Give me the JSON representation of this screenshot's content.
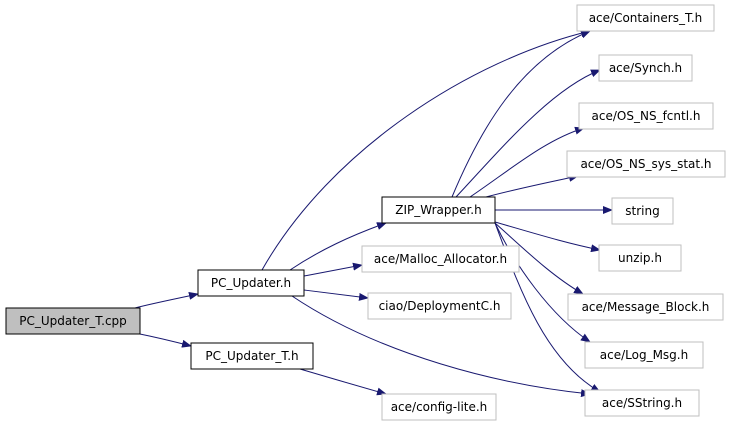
{
  "colors": {
    "edge": "#191970",
    "primary_border": "#000000",
    "secondary_border": "#bfbfbf",
    "root_fill": "#bfbfbf",
    "node_fill": "#ffffff"
  },
  "nodes": [
    {
      "id": "pc_updater_t_cpp",
      "label": "PC_Updater_T.cpp",
      "kind": "root"
    },
    {
      "id": "pc_updater_h",
      "label": "PC_Updater.h",
      "kind": "primary"
    },
    {
      "id": "pc_updater_t_h",
      "label": "PC_Updater_T.h",
      "kind": "primary"
    },
    {
      "id": "zip_wrapper_h",
      "label": "ZIP_Wrapper.h",
      "kind": "primary"
    },
    {
      "id": "containers_t_h",
      "label": "ace/Containers_T.h",
      "kind": "secondary"
    },
    {
      "id": "synch_h",
      "label": "ace/Synch.h",
      "kind": "secondary"
    },
    {
      "id": "os_ns_fcntl_h",
      "label": "ace/OS_NS_fcntl.h",
      "kind": "secondary"
    },
    {
      "id": "os_ns_sys_stat_h",
      "label": "ace/OS_NS_sys_stat.h",
      "kind": "secondary"
    },
    {
      "id": "string",
      "label": "string",
      "kind": "secondary"
    },
    {
      "id": "unzip_h",
      "label": "unzip.h",
      "kind": "secondary"
    },
    {
      "id": "message_block_h",
      "label": "ace/Message_Block.h",
      "kind": "secondary"
    },
    {
      "id": "log_msg_h",
      "label": "ace/Log_Msg.h",
      "kind": "secondary"
    },
    {
      "id": "sstring_h",
      "label": "ace/SString.h",
      "kind": "secondary"
    },
    {
      "id": "malloc_allocator_h",
      "label": "ace/Malloc_Allocator.h",
      "kind": "secondary"
    },
    {
      "id": "deploymentc_h",
      "label": "ciao/DeploymentC.h",
      "kind": "secondary"
    },
    {
      "id": "config_lite_h",
      "label": "ace/config-lite.h",
      "kind": "secondary"
    }
  ],
  "edges": [
    {
      "from": "pc_updater_t_cpp",
      "to": "pc_updater_h"
    },
    {
      "from": "pc_updater_t_cpp",
      "to": "pc_updater_t_h"
    },
    {
      "from": "pc_updater_h",
      "to": "containers_t_h"
    },
    {
      "from": "pc_updater_h",
      "to": "zip_wrapper_h"
    },
    {
      "from": "pc_updater_h",
      "to": "malloc_allocator_h"
    },
    {
      "from": "pc_updater_h",
      "to": "deploymentc_h"
    },
    {
      "from": "pc_updater_h",
      "to": "sstring_h"
    },
    {
      "from": "pc_updater_t_h",
      "to": "config_lite_h"
    },
    {
      "from": "zip_wrapper_h",
      "to": "containers_t_h"
    },
    {
      "from": "zip_wrapper_h",
      "to": "synch_h"
    },
    {
      "from": "zip_wrapper_h",
      "to": "os_ns_fcntl_h"
    },
    {
      "from": "zip_wrapper_h",
      "to": "os_ns_sys_stat_h"
    },
    {
      "from": "zip_wrapper_h",
      "to": "string"
    },
    {
      "from": "zip_wrapper_h",
      "to": "unzip_h"
    },
    {
      "from": "zip_wrapper_h",
      "to": "message_block_h"
    },
    {
      "from": "zip_wrapper_h",
      "to": "log_msg_h"
    },
    {
      "from": "zip_wrapper_h",
      "to": "sstring_h"
    }
  ]
}
